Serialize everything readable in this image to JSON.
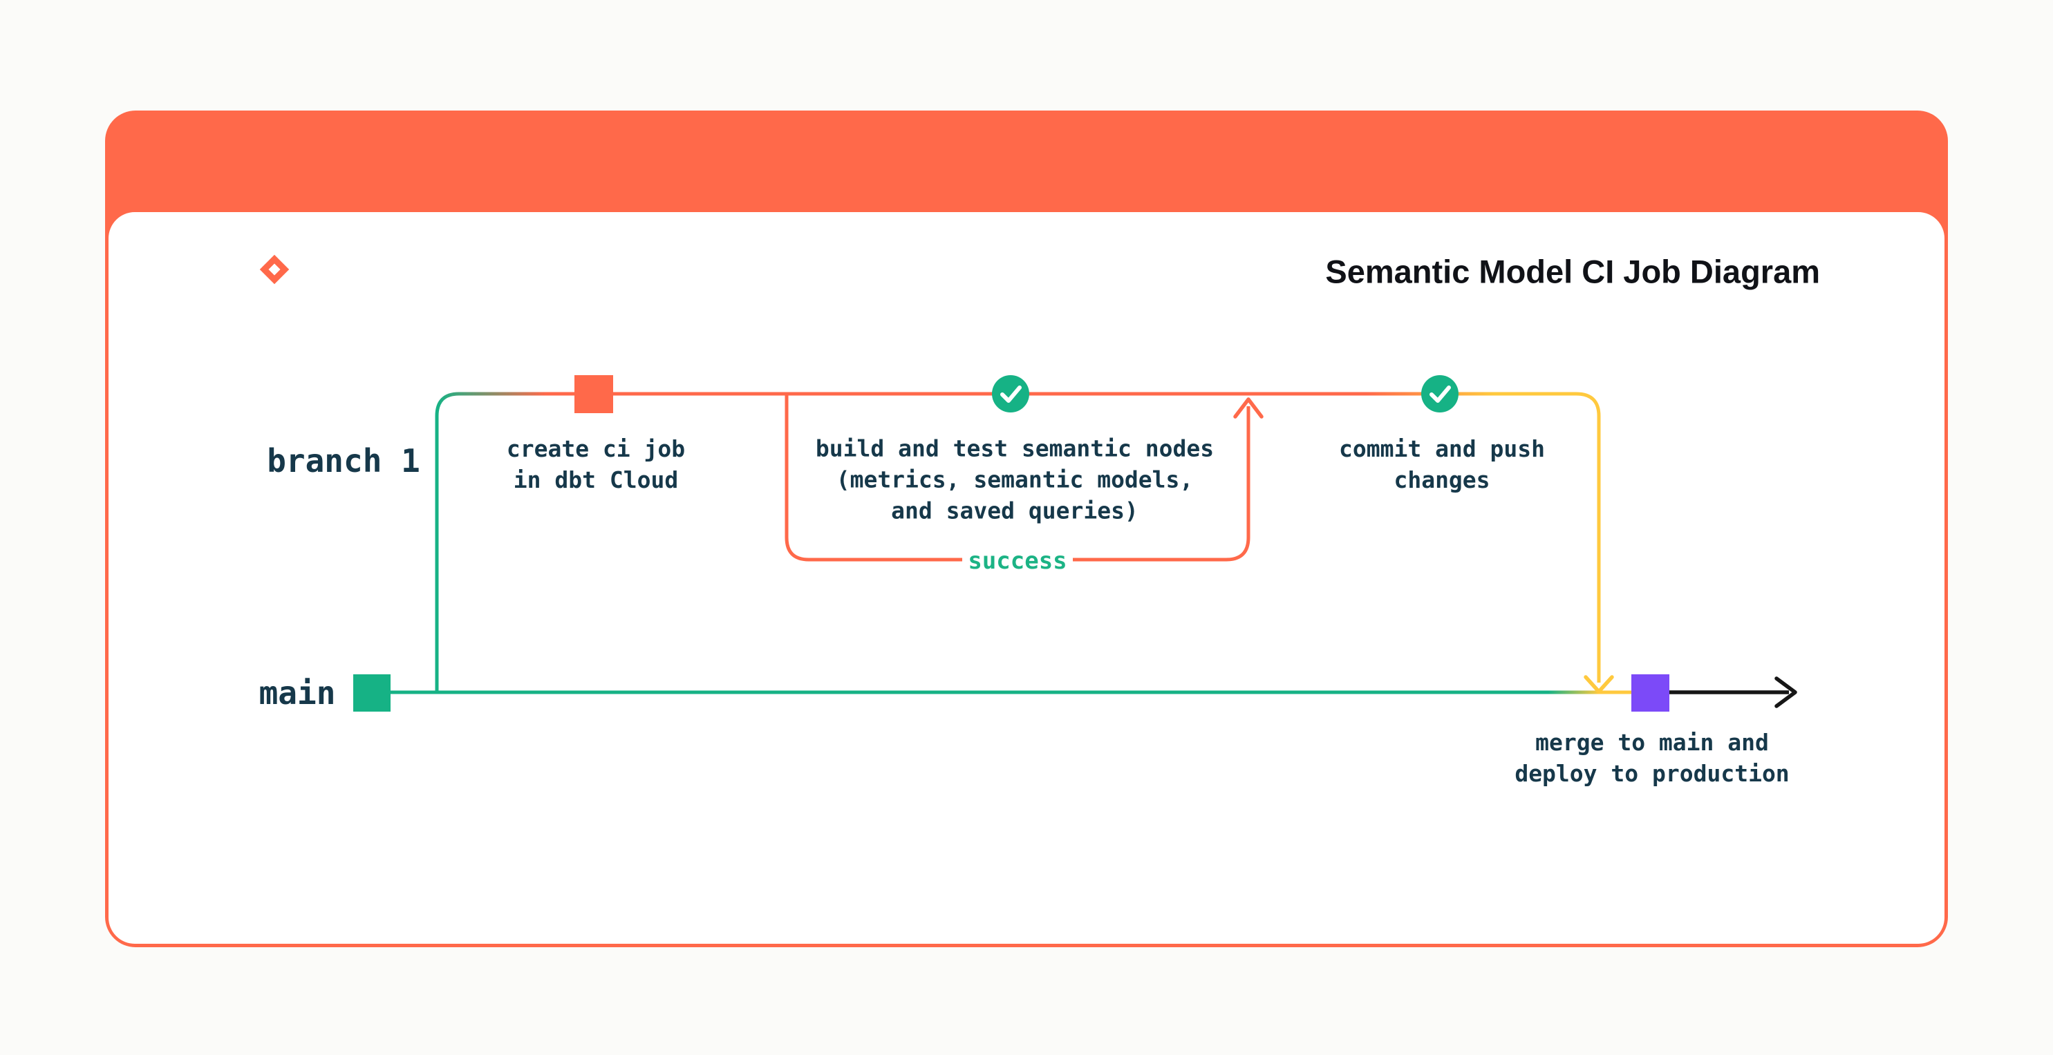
{
  "header": {
    "title": "Semantic Model CI Job Diagram",
    "logo": "dbt-logo",
    "background_color": "#FF694A",
    "title_color": "#101217"
  },
  "branches": {
    "branch1_label": "branch 1",
    "main_label": "main"
  },
  "nodes": {
    "create_ci": "create ci job\nin dbt Cloud",
    "build_test": "build and test semantic nodes\n(metrics, semantic models,\nand saved queries)",
    "commit_push": "commit and push\nchanges",
    "merge_deploy": "merge to main and\ndeploy to production"
  },
  "loop": {
    "success_label": "success"
  },
  "colors": {
    "orange": "#FF694A",
    "green": "#16B285",
    "yellow": "#FFC93E",
    "purple": "#7C4AF8",
    "label_text": "#16384A",
    "success_text": "#1CB385",
    "arrow_black": "#161616",
    "card_background": "#FFFFFF",
    "page_background": "#FBFBF9"
  }
}
